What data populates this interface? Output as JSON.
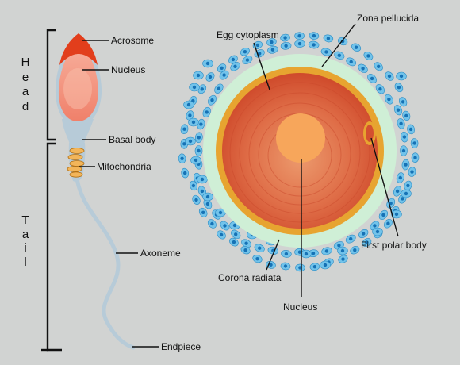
{
  "sperm": {
    "labels": {
      "acrosome": "Acrosome",
      "nucleus": "Nucleus",
      "basal_body": "Basal body",
      "mitochondria": "Mitochondria",
      "axoneme": "Axoneme",
      "endpiece": "Endpiece"
    },
    "regions": {
      "head": [
        "H",
        "e",
        "a",
        "d"
      ],
      "tail": [
        "T",
        "a",
        "i",
        "l"
      ]
    }
  },
  "egg": {
    "labels": {
      "egg_cytoplasm": "Egg cytoplasm",
      "zona_pellucida": "Zona pellucida",
      "first_polar_body": "First polar body",
      "corona_radiata": "Corona radiata",
      "nucleus": "Nucleus"
    }
  },
  "colors": {
    "background": "#d1d3d2",
    "acrosome": "#e23e1c",
    "sperm_head": "#f49a86",
    "sperm_body": "#b7cbd8",
    "mitochondria": "#f2b55a",
    "corona_cell": "#72c3ea",
    "corona_nucleus": "#1672b5",
    "zona_pellucida": "#cfefd6",
    "oolemma": "#e7a430",
    "cytoplasm": "#d4502f",
    "egg_nucleus": "#f7a65b"
  }
}
